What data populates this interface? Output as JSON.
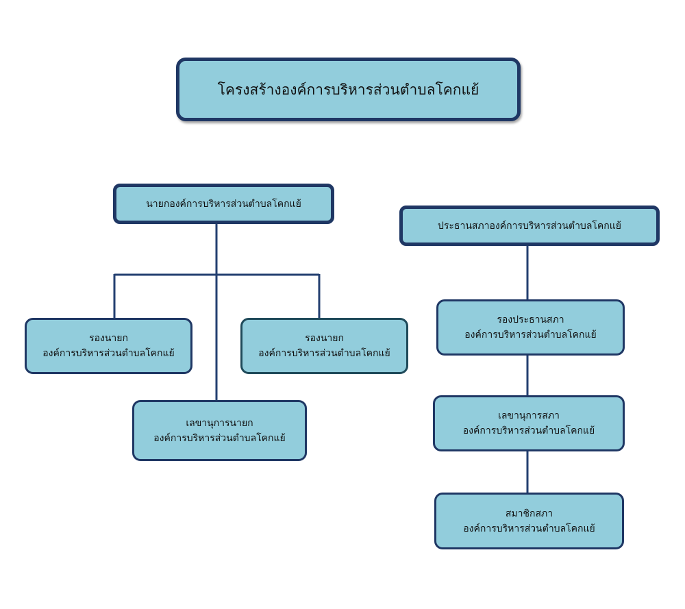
{
  "title": "โครงสร้างองค์การบริหารส่วนตำบลโคกแย้",
  "left": {
    "chief": "นายกองค์การบริหารส่วนตำบลโคกแย้",
    "deputy_1": {
      "line1": "รองนายก",
      "line2": "องค์การบริหารส่วนตำบลโคกแย้"
    },
    "deputy_2": {
      "line1": "รองนายก",
      "line2": "องค์การบริหารส่วนตำบลโคกแย้"
    },
    "secretary": {
      "line1": "เลขานุการนายก",
      "line2": "องค์การบริหารส่วนตำบลโคกแย้"
    }
  },
  "right": {
    "chief": "ประธานสภาองค์การบริหารส่วนตำบลโคกแย้",
    "vice_chair": {
      "line1": "รองประธานสภา",
      "line2": "องค์การบริหารส่วนตำบลโคกแย้"
    },
    "secretary": {
      "line1": "เลขานุการสภา",
      "line2": "องค์การบริหารส่วนตำบลโคกแย้"
    },
    "member": {
      "line1": "สมาชิกสภา",
      "line2": "องค์การบริหารส่วนตำบลโคกแย้"
    }
  },
  "colors": {
    "box_fill": "#92cddc",
    "border": "#1f3764",
    "connector": "#233f70"
  }
}
